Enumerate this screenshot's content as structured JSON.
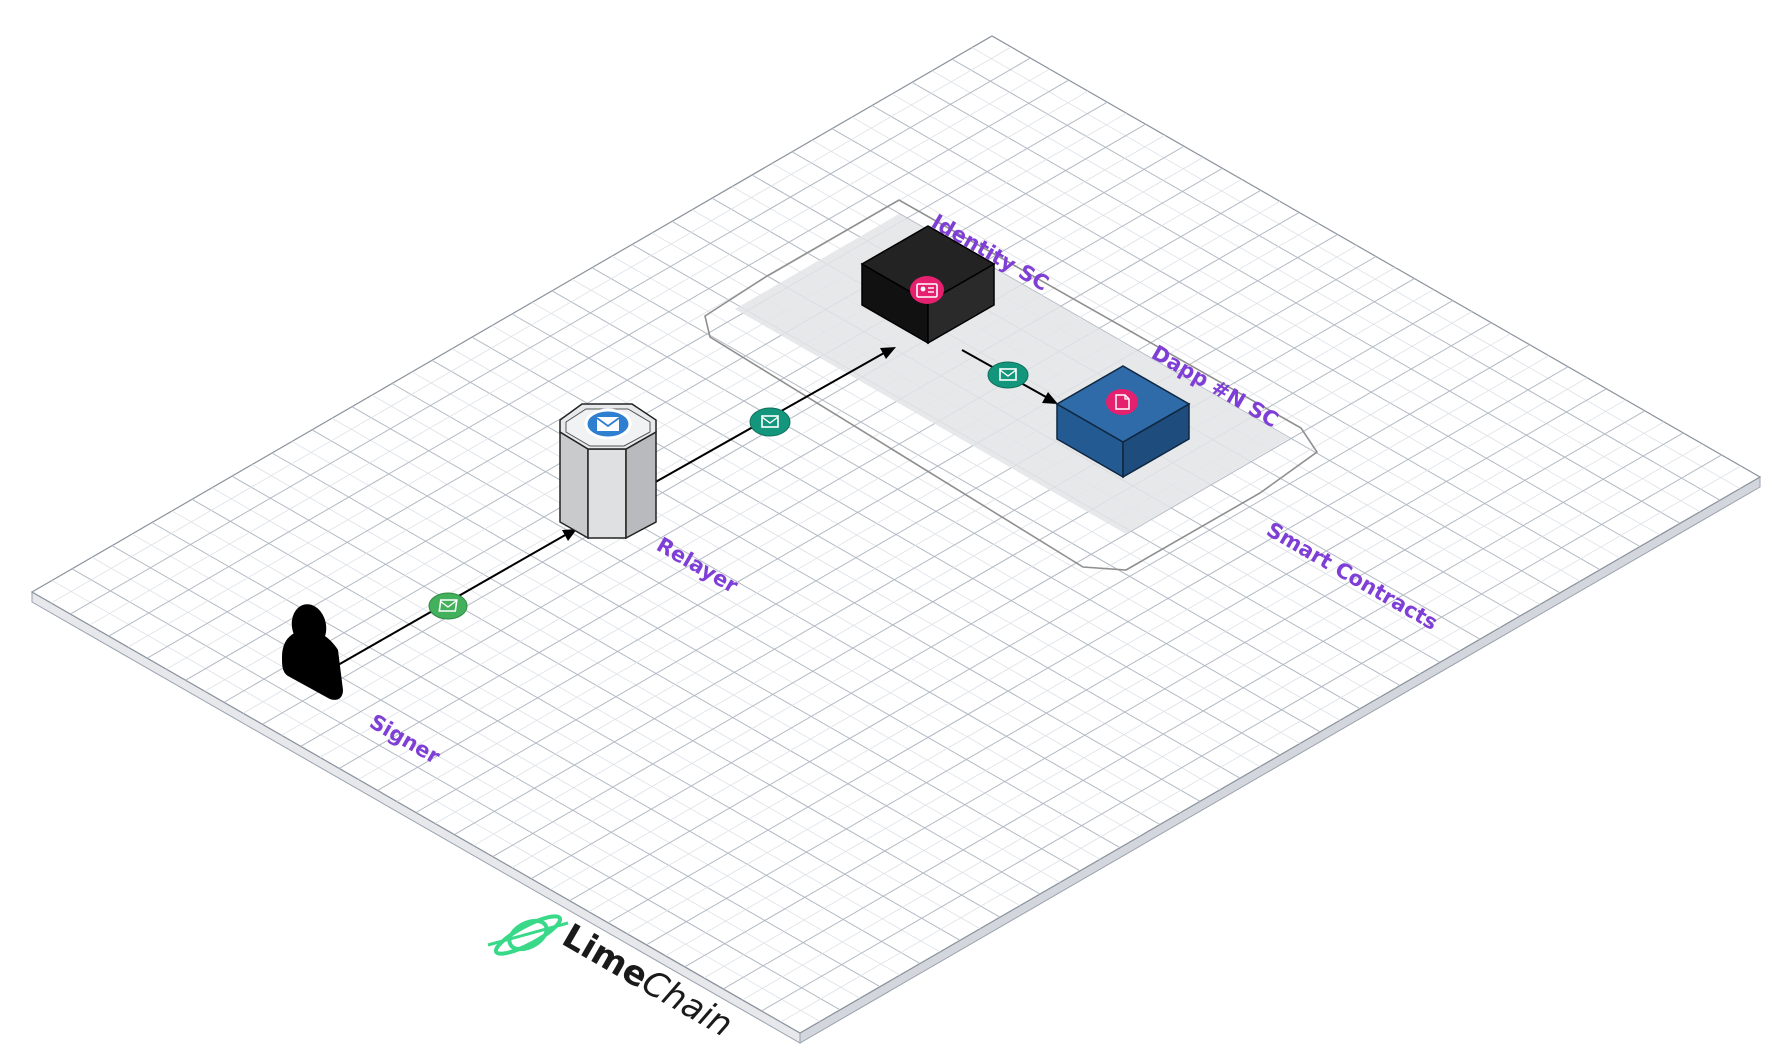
{
  "labels": {
    "signer": "Signer",
    "relayer": "Relayer",
    "identity_sc": "Identity SC",
    "dapp_sc": "Dapp #N SC",
    "smart_contracts": "Smart Contracts"
  },
  "logo": {
    "word_bold": "Lime",
    "word_light": "Chain",
    "icon": "limechain-logo-icon"
  },
  "icons": {
    "signer": "user-icon",
    "relayer": "relayer-server-icon",
    "identity_sc": "id-card-icon",
    "dapp_sc": "document-icon",
    "message": "envelope-icon"
  },
  "colors": {
    "label": "#7f3fd6",
    "grid": "#c9ced6",
    "message_green": "#43b05c",
    "message_teal": "#14967c",
    "identity_box": "#232323",
    "dapp_box": "#2f6ba8",
    "badge_pink": "#e5206e",
    "logo_green": "#39d98a"
  }
}
